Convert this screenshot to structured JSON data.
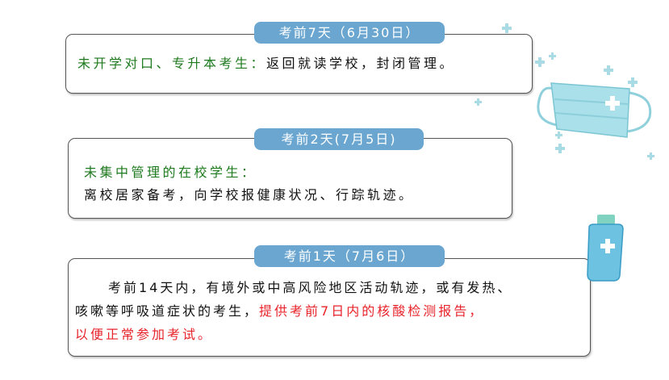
{
  "sections": [
    {
      "label": "考前7天（6月30日）",
      "highlight": "未开学对口、专升本考生：",
      "text": "返回就读学校，封闭管理。"
    },
    {
      "label": "考前2天(7月5日)",
      "highlight": "未集中管理的在校学生：",
      "text": "离校居家备考，向学校报健康状况、行踪轨迹。"
    },
    {
      "label": "考前1天（7月6日）",
      "line1": "考前14天内，有境外或中高风险地区活动轨迹，或有发热、",
      "line2_plain": "咳嗽等呼吸道症状的考生，",
      "line2_red": "提供考前7日内的核酸检测报告，",
      "line3_red": "以便正常参加考试。"
    }
  ],
  "colors": {
    "label_bg": "#6aa6d0",
    "green": "#1e7a1e",
    "red": "#e8232a"
  }
}
